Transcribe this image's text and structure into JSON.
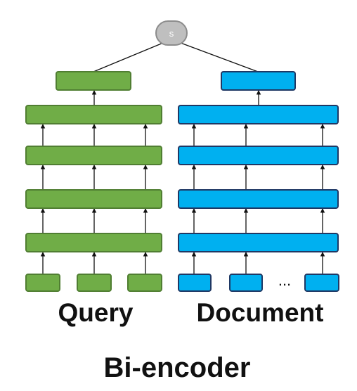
{
  "score_label": "s",
  "query_label": "Query",
  "document_label": "Document",
  "ellipsis": "...",
  "caption": "Bi-encoder",
  "colors": {
    "query_fill": "#70ad47",
    "query_stroke": "#507e32",
    "document_fill": "#00b0f0",
    "document_stroke": "#1f3864",
    "score_fill": "#bfbfbf",
    "score_stroke": "#8c8c8c"
  }
}
